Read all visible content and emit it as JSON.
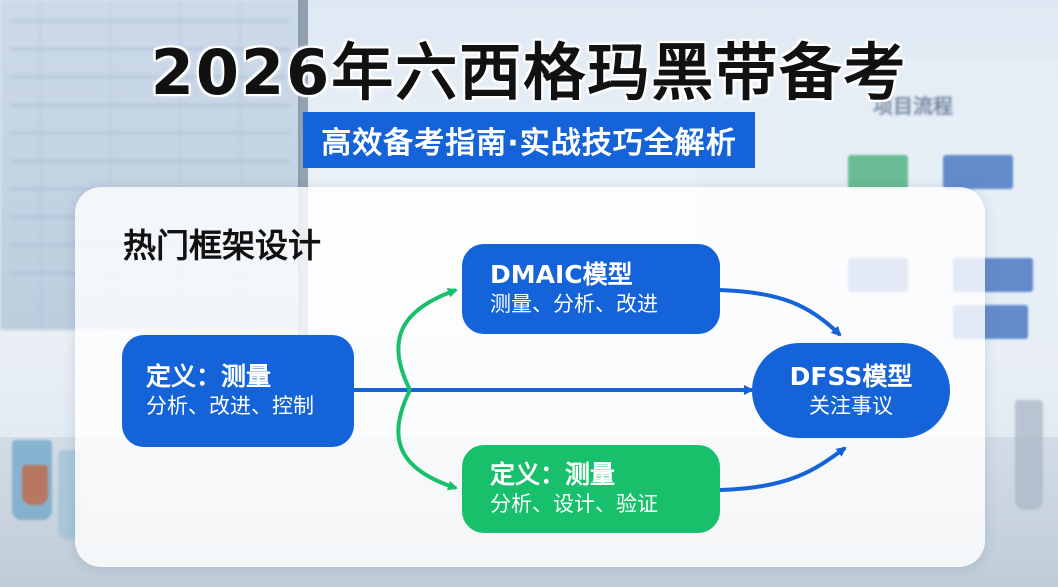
{
  "header": {
    "title": "2026年六西格玛黑带备考",
    "subtitle": "高效备考指南·实战技巧全解析"
  },
  "background": {
    "board_label": "项目流程"
  },
  "card": {
    "heading": "热门框架设计"
  },
  "nodes": {
    "define": {
      "title": "定义：测量",
      "subtitle": "分析、改进、控制"
    },
    "dmaic": {
      "title": "DMAIC模型",
      "subtitle": "测量、分析、改进"
    },
    "dfss": {
      "title": "DFSS模型",
      "subtitle": "关注事议"
    },
    "dmadv": {
      "title": "定义：测量",
      "subtitle": "分析、设计、验证"
    }
  },
  "colors": {
    "blue": "#1463d8",
    "green": "#19c06b",
    "subtitle_bg": "#1463d8"
  }
}
